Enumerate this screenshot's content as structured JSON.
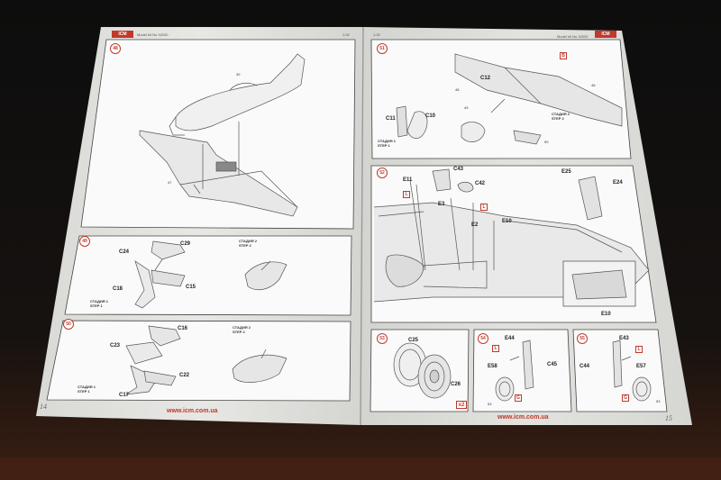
{
  "header": {
    "left_kit": "Model kit No 32030",
    "left_scale": "1:32",
    "right_scale": "1:32",
    "right_kit": "Model kit No 32030",
    "logo": "ICM"
  },
  "left_page": {
    "page_number": "14",
    "url": "www.icm.com.ua",
    "steps": [
      {
        "number": "48",
        "callouts": [
          "39",
          "47"
        ]
      },
      {
        "number": "49",
        "parts": [
          "C24",
          "C29",
          "C18",
          "C15"
        ],
        "stage1": "СТАДИЯ 1\nSTEP 1",
        "stage2": "СТАДИЯ 2\nSTEP 2"
      },
      {
        "number": "50",
        "parts": [
          "C16",
          "C23",
          "C22",
          "C17"
        ],
        "stage1": "СТАДИЯ 1\nSTEP 1",
        "stage2": "СТАДИЯ 2\nSTEP 2"
      }
    ]
  },
  "right_page": {
    "page_number": "15",
    "url": "www.icm.com.ua",
    "steps": [
      {
        "number": "51",
        "parts": [
          "C12",
          "C11",
          "C10"
        ],
        "tag": "B",
        "callouts": [
          "48",
          "46",
          "49",
          "50"
        ],
        "stage1": "СТАДИЯ 1\nSTEP 1",
        "stage2": "СТАДИЯ 2\nSTEP 2"
      },
      {
        "number": "52",
        "parts": [
          "C43",
          "E11",
          "C42",
          "E3",
          "E2",
          "E10",
          "E25",
          "E24",
          "E10"
        ],
        "tags": [
          "L",
          "L"
        ]
      },
      {
        "number": "53",
        "parts": [
          "C25",
          "C26"
        ],
        "multiplier": "x2"
      },
      {
        "number": "54",
        "parts": [
          "E44",
          "E58",
          "C45"
        ],
        "tags": [
          "L",
          "G"
        ],
        "callouts": [
          "53"
        ]
      },
      {
        "number": "55",
        "parts": [
          "E43",
          "C44",
          "E57"
        ],
        "tags": [
          "L",
          "G"
        ],
        "callouts": [
          "53"
        ]
      }
    ]
  }
}
